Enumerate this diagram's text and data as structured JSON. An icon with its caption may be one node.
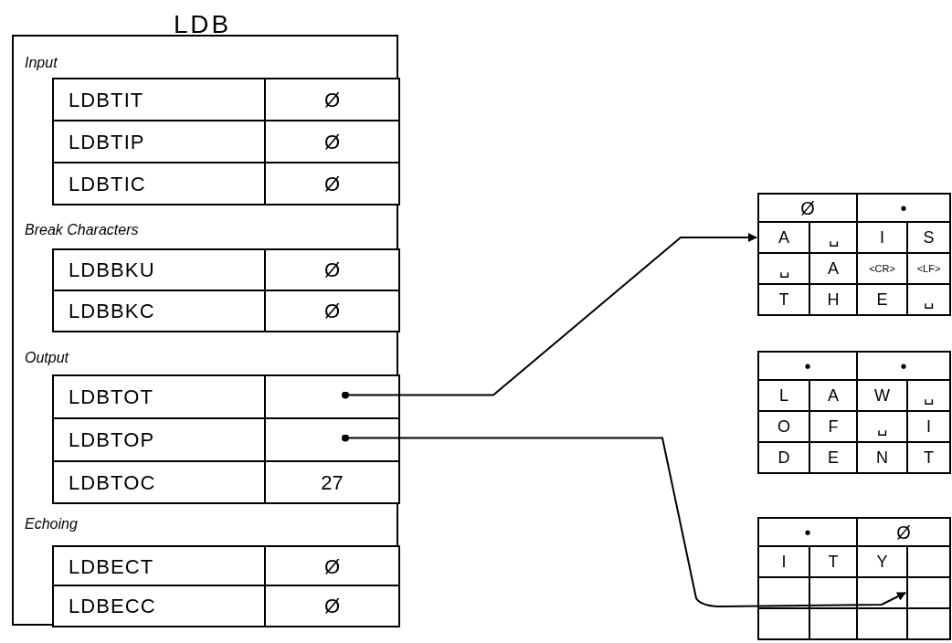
{
  "diagram": {
    "title": "LDB",
    "nodes": [
      {
        "text": [
          "Input",
          "Break Characters",
          "Output",
          "Echoing"
        ]
      },
      {
        "text": [
          "LDBTIT",
          "Ø"
        ],
        "in": 0
      },
      {
        "text": [
          "LDBTIP",
          "Ø"
        ],
        "in": 0
      },
      {
        "text": [
          "LDBTIC",
          "Ø"
        ],
        "in": 0
      },
      {
        "text": [
          "LDBBKU",
          "Ø"
        ],
        "in": 0
      },
      {
        "text": [
          "LDBBKC",
          "Ø"
        ],
        "in": 0
      },
      {
        "text": [
          "LDBTOT"
        ],
        "in": 0
      },
      {
        "text": [
          "LDBTOP"
        ],
        "in": 0
      },
      {
        "text": [
          "LDBTOC",
          "27"
        ],
        "in": 0
      },
      {
        "text": [
          "LDBECT",
          "Ø"
        ],
        "in": 0
      },
      {
        "text": [
          "LDBECC",
          "Ø"
        ],
        "in": 0
      },
      {
        "text": [
          "Ø",
          "•",
          "A",
          "␣",
          "I",
          "S",
          "␣",
          "A",
          "<CR>",
          "<LF>",
          "T",
          "H",
          "E",
          "␣"
        ]
      },
      {
        "text": [
          "•",
          "•",
          "L",
          "A",
          "W",
          "␣",
          "O",
          "F",
          "␣",
          "I",
          "D",
          "E",
          "N",
          "T"
        ]
      },
      {
        "text": [
          "•",
          "Ø",
          "I",
          "T",
          "Y"
        ]
      },
      {
        "text": [],
        "shape": "box",
        "in": 13
      }
    ],
    "edges": [
      {
        "from": 6,
        "to": 11,
        "arrow": "to"
      },
      {
        "from": 7,
        "to": 14,
        "arrow": "to"
      }
    ]
  }
}
